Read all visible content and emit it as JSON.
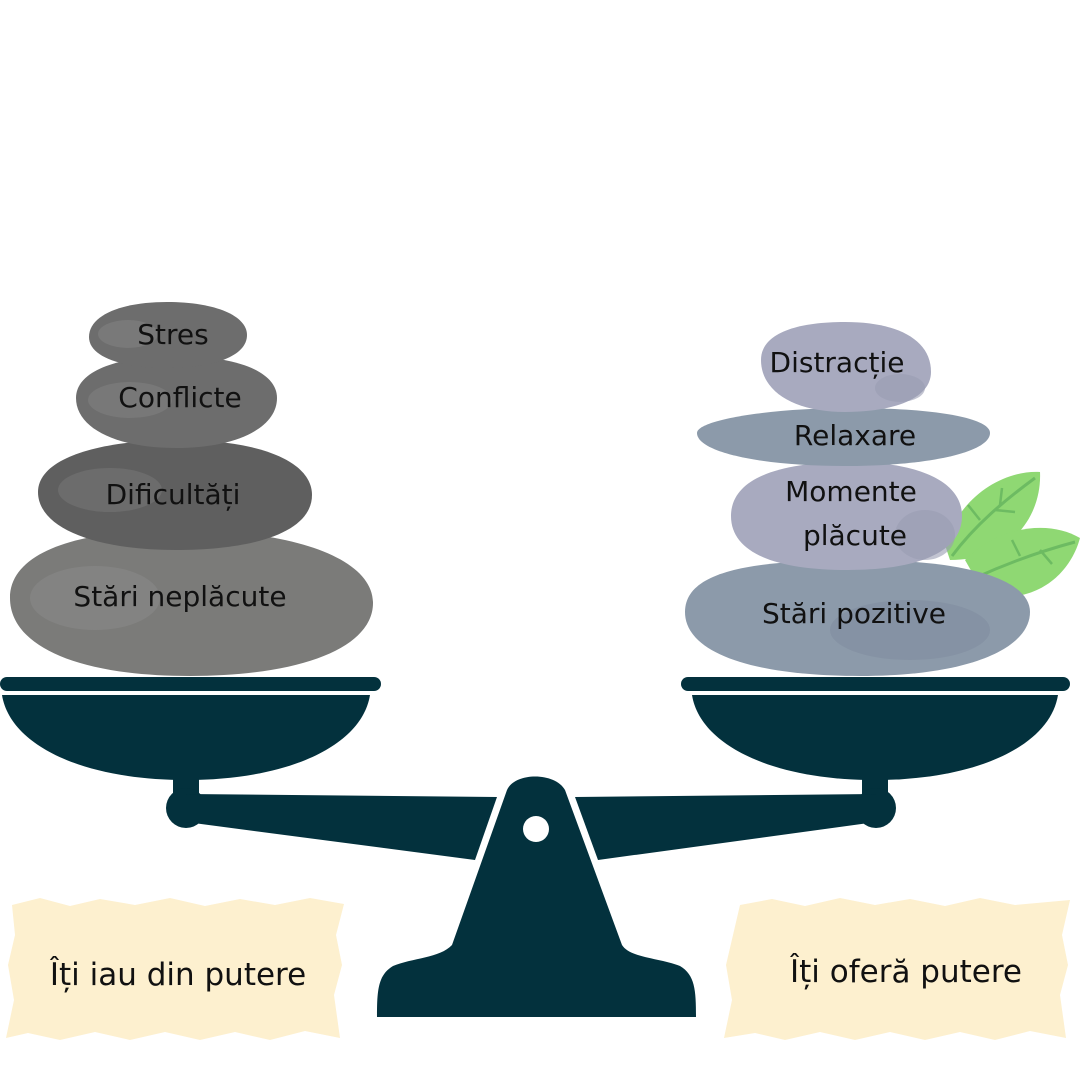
{
  "colors": {
    "balance": "#03313d",
    "stone_dark": "#6d6d6d",
    "stone_mid": "#5f5f5f",
    "stone_light": "#7b7b79",
    "stone_blue": "#8c9aaa",
    "stone_lavender": "#a8aabf",
    "leaf": "#8fd873",
    "note": "#fdf0cf"
  },
  "left_stones": {
    "top": "Stres",
    "second": "Conflicte",
    "third": "Dificultăți",
    "bottom": "Stări neplăcute"
  },
  "right_stones": {
    "top": "Distracție",
    "second": "Relaxare",
    "third_line1": "Momente",
    "third_line2": "plăcute",
    "bottom": "Stări pozitive"
  },
  "notes": {
    "left": "Îți iau din putere",
    "right": "Îți oferă putere"
  },
  "icons": {
    "leaf": "leaf-icon",
    "scale": "balance-scale"
  }
}
